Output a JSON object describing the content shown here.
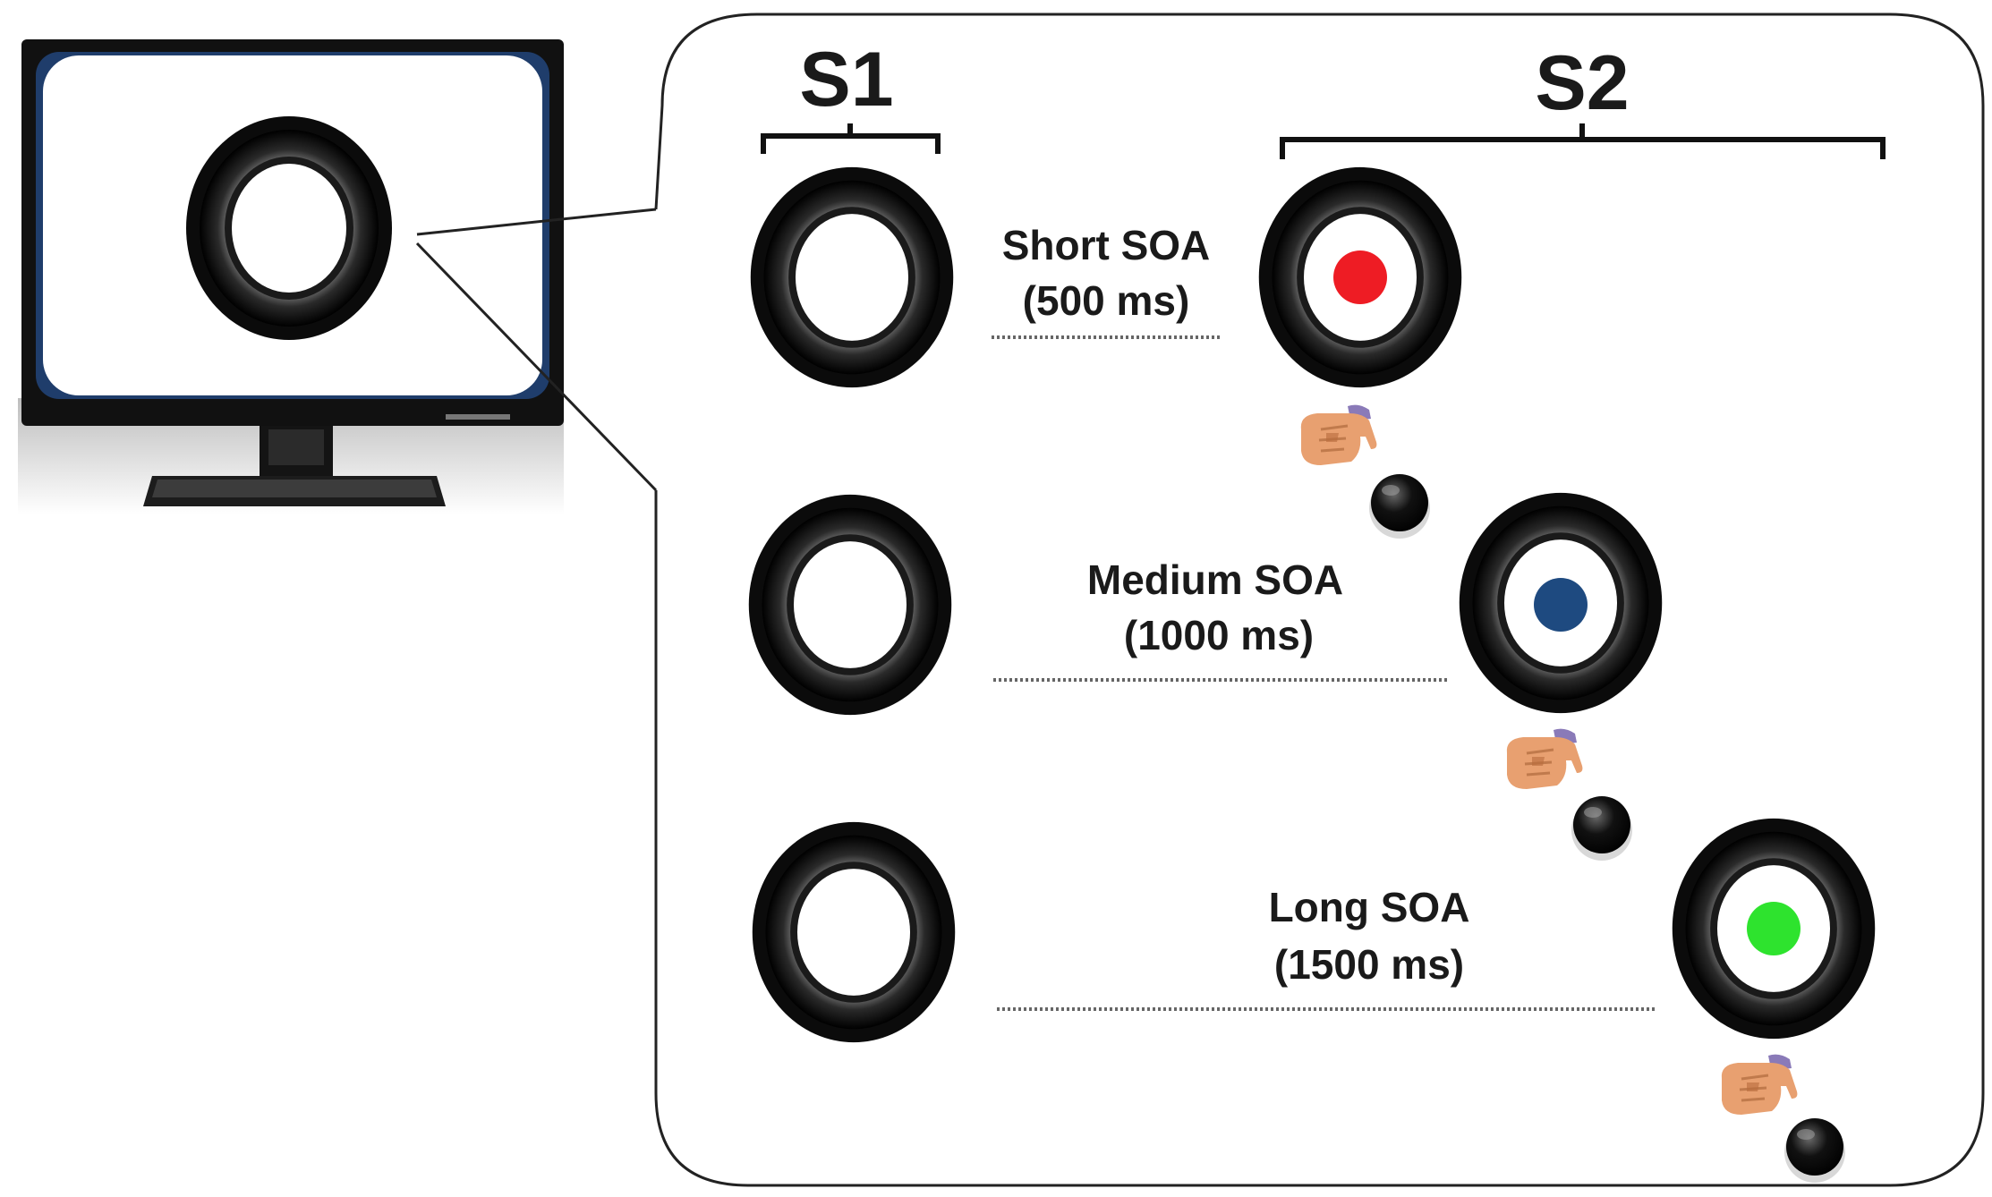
{
  "labels": {
    "s1": "S1",
    "s2": "S2"
  },
  "conditions": [
    {
      "name": "Short SOA",
      "duration": "(500 ms)",
      "target_color": "#ee1c24"
    },
    {
      "name": "Medium SOA",
      "duration": "(1000 ms)",
      "target_color": "#1e4a80"
    },
    {
      "name": "Long SOA",
      "duration": "(1500 ms)",
      "target_color": "#2ee32e"
    }
  ],
  "colors": {
    "ring": "#0b0b0b",
    "panel_border": "#222222",
    "monitor_frame": "#111111",
    "monitor_screen_edge": "#1f3d6b",
    "skin": "#e8a070",
    "sleeve": "#8a7ab8"
  },
  "icons": [
    "monitor-icon",
    "ring-stimulus-icon",
    "hand-press-icon",
    "response-button-icon"
  ]
}
